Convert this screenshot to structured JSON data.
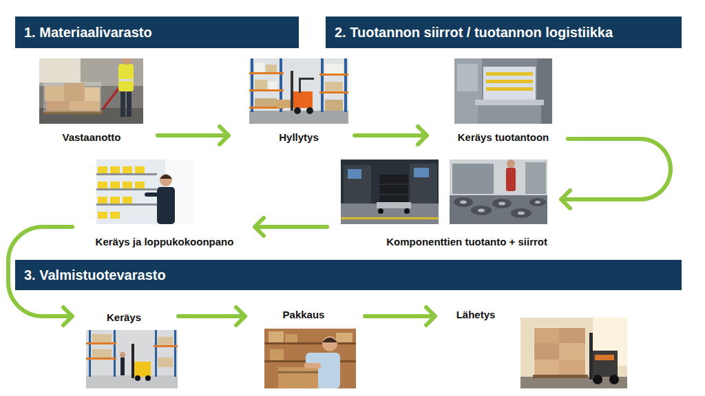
{
  "diagram": {
    "nodes": [
      {
        "text": [
          "1. Materiaalivarasto"
        ]
      },
      {
        "text": [
          "2. Tuotannon siirrot / tuotannon logistiikka"
        ]
      },
      {
        "text": [
          "Vastaanotto"
        ]
      },
      {
        "text": [
          "Hyllytys"
        ]
      },
      {
        "text": [
          "Keräys tuotantoon"
        ]
      },
      {
        "text": [
          "Komponenttien tuotanto + siirrot"
        ]
      },
      {
        "text": [
          "Keräys ja loppukokoonpano"
        ]
      },
      {
        "text": [
          "3. Valmistuotevarasto"
        ]
      },
      {
        "text": [
          "Keräys"
        ]
      },
      {
        "text": [
          "Pakkaus"
        ]
      },
      {
        "text": [
          "Lähetys"
        ]
      }
    ],
    "edges": [
      {
        "from": 2,
        "to": 3,
        "arrow": "to"
      },
      {
        "from": 3,
        "to": 4,
        "arrow": "to"
      },
      {
        "from": 4,
        "to": 5,
        "arrow": "to"
      },
      {
        "from": 5,
        "to": 6,
        "arrow": "to"
      },
      {
        "from": 6,
        "to": 8,
        "arrow": "to"
      },
      {
        "from": 8,
        "to": 9,
        "arrow": "to"
      },
      {
        "from": 9,
        "to": 10,
        "arrow": "to"
      }
    ]
  }
}
